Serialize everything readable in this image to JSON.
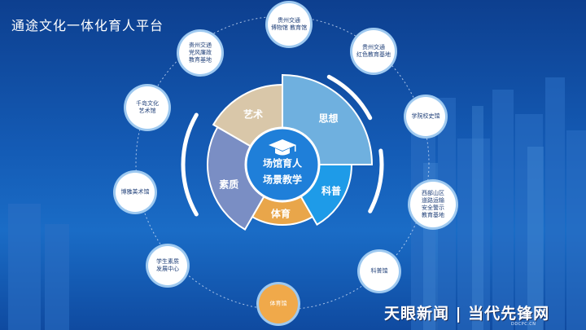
{
  "title": "通途文化一体化育人平台",
  "center": {
    "line1": "场馆育人",
    "line2": "场景教学",
    "icon": "graduation-cap-icon"
  },
  "segments": [
    {
      "label": "思想",
      "color": "#6fb0df"
    },
    {
      "label": "科普",
      "color": "#1e9be8"
    },
    {
      "label": "体育",
      "color": "#e9a64a"
    },
    {
      "label": "素质",
      "color": "#7a8ec4"
    },
    {
      "label": "艺术",
      "color": "#d9c7a9"
    }
  ],
  "nodes": [
    {
      "label": "贵州交通\n博物馆 教育馆"
    },
    {
      "label": "贵州交通\n红色教育基地"
    },
    {
      "label": "学院校史馆"
    },
    {
      "label": "西部山区\n道路运输\n安全警示\n教育基地"
    },
    {
      "label": "科普馆"
    },
    {
      "label": "体育馆"
    },
    {
      "label": "学生素质\n发展中心"
    },
    {
      "label": "博雅美术馆"
    },
    {
      "label": "千岛文化\n艺术馆"
    },
    {
      "label": "贵州交通\n党风廉政\n教育基地"
    }
  ],
  "watermark": {
    "main": "天眼新闻 | 当代先锋网",
    "sub": "DDCPC.CN"
  }
}
